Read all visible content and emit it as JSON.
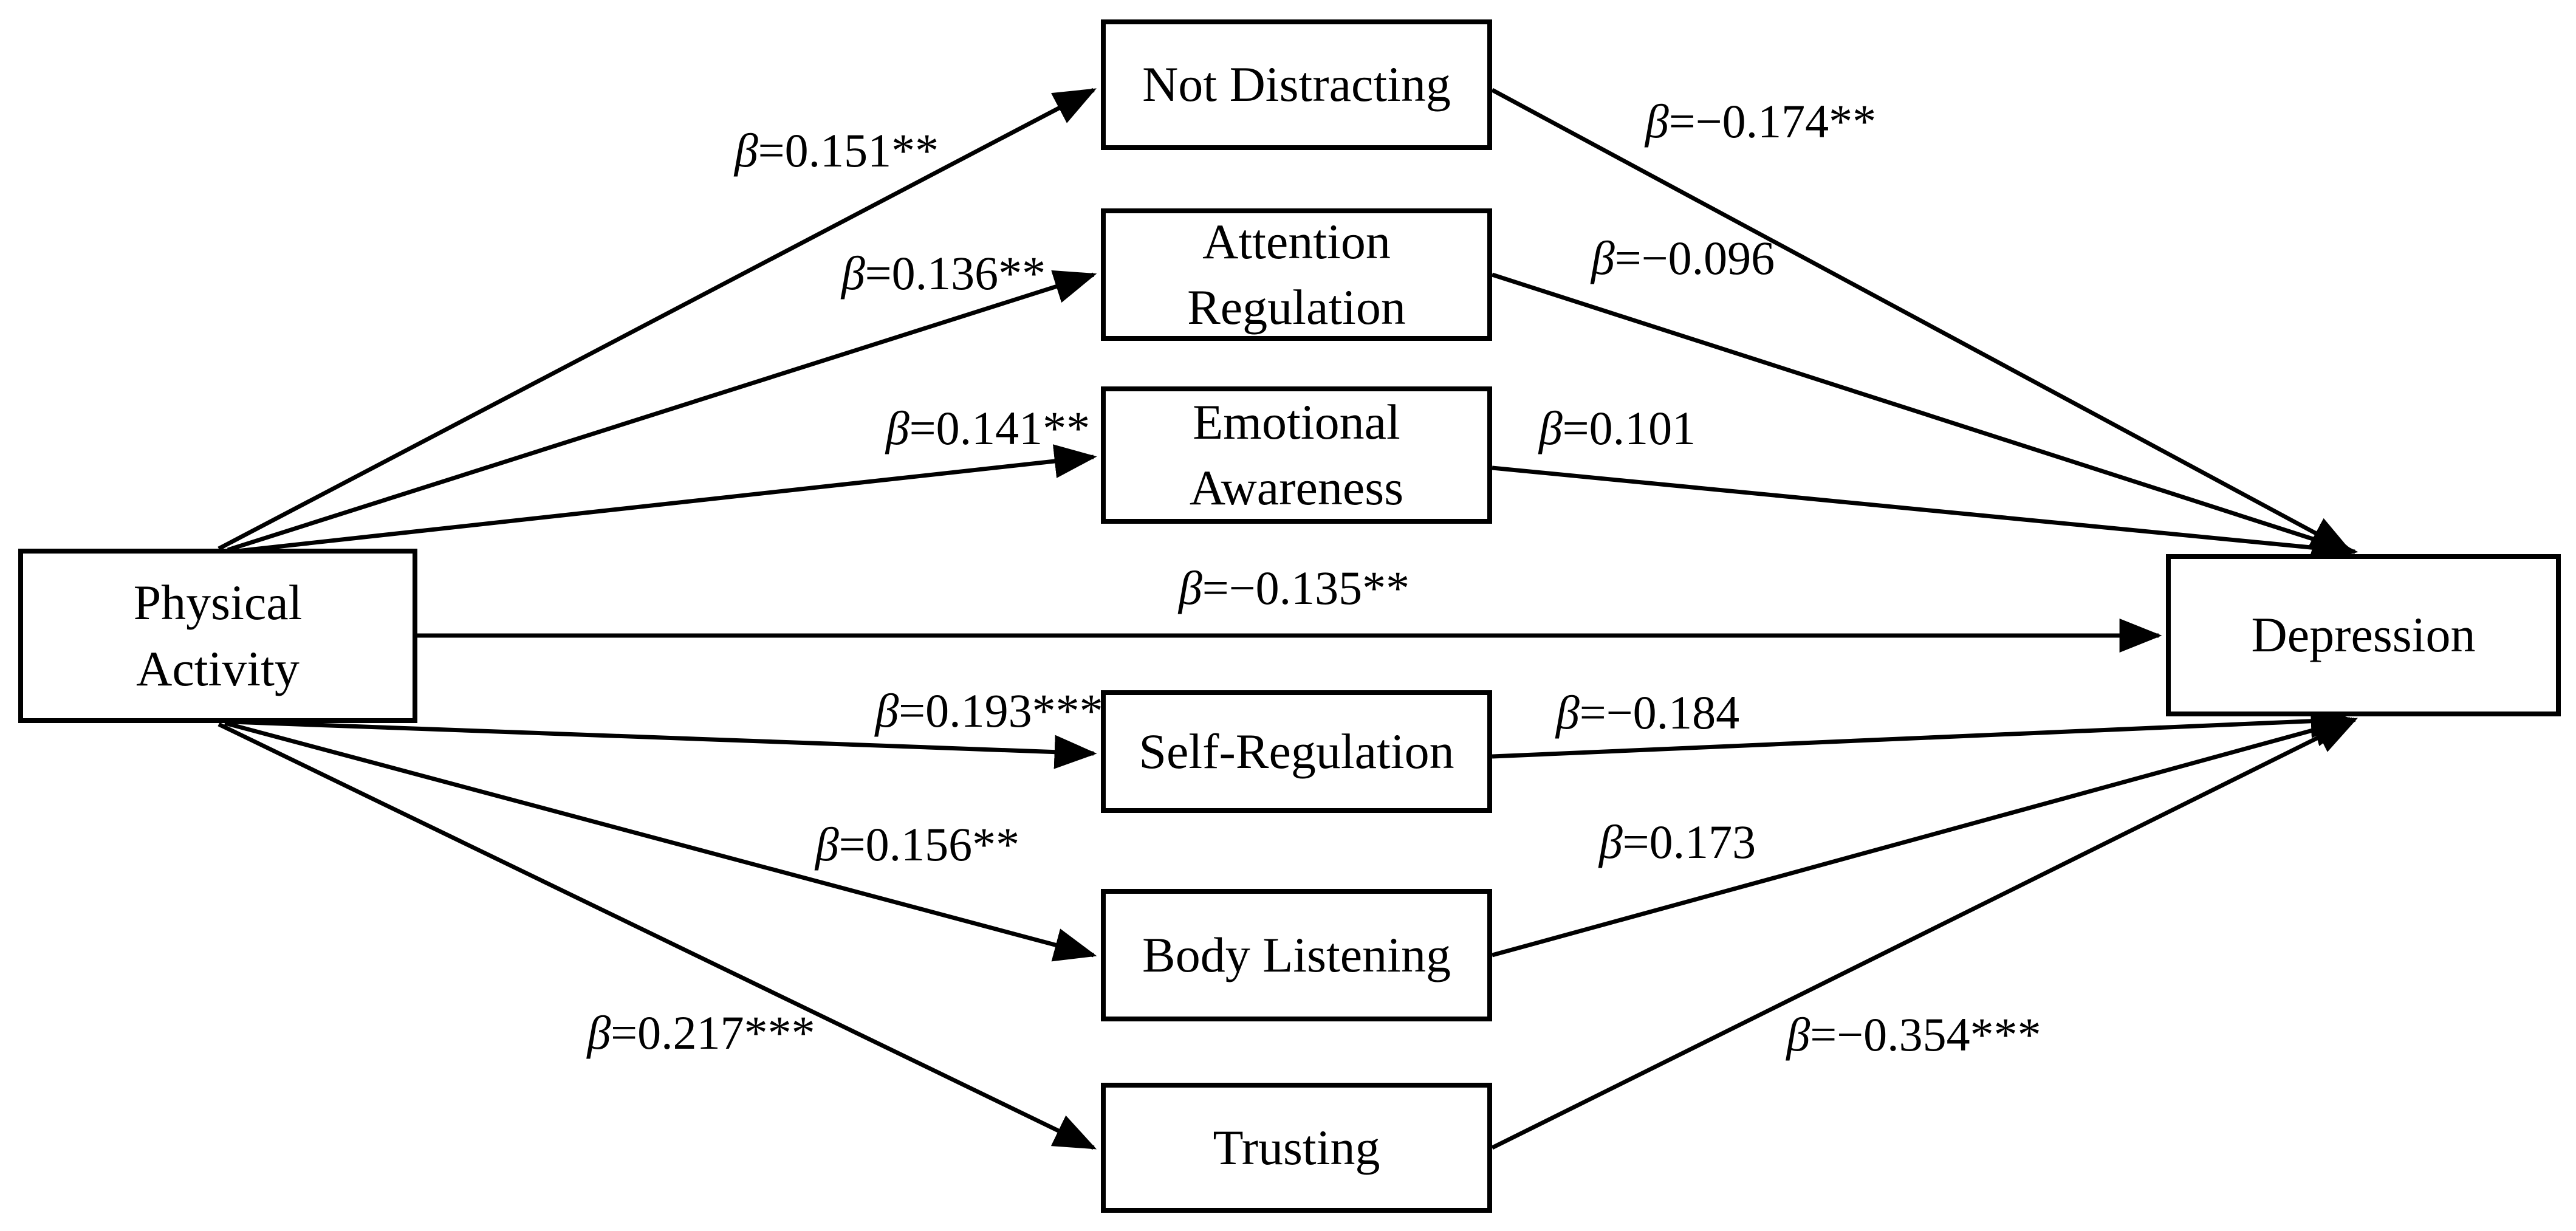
{
  "figure": {
    "predictor": {
      "label": "Physical\nActivity"
    },
    "outcome": {
      "label": "Depression"
    },
    "direct_path": {
      "from": "Physical Activity",
      "to": "Depression",
      "label": "β=−0.135**"
    },
    "mediators": [
      {
        "label": "Not Distracting",
        "path_from_predictor": "β=0.151**",
        "path_to_outcome": "β=−0.174**"
      },
      {
        "label": "Attention\nRegulation",
        "path_from_predictor": "β=0.136**",
        "path_to_outcome": "β=−0.096"
      },
      {
        "label": "Emotional\nAwareness",
        "path_from_predictor": "β=0.141**",
        "path_to_outcome": "β=0.101"
      },
      {
        "label": "Self-Regulation",
        "path_from_predictor": "β=0.193***",
        "path_to_outcome": "β=−0.184"
      },
      {
        "label": "Body Listening",
        "path_from_predictor": "β=0.156**",
        "path_to_outcome": "β=0.173"
      },
      {
        "label": "Trusting",
        "path_from_predictor": "β=0.217***",
        "path_to_outcome": "β=−0.354***"
      }
    ],
    "colors": {
      "line": "#000000",
      "box_border": "#000000",
      "background": "#ffffff"
    }
  }
}
